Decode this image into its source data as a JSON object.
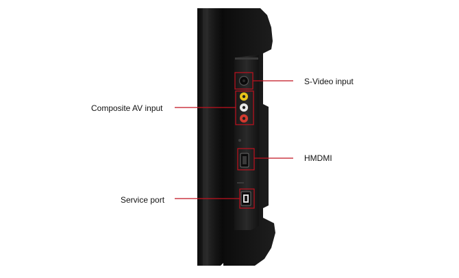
{
  "labels": {
    "svideo": "S-Video input",
    "composite": "Composite AV input",
    "hdmi": "HMDMI",
    "service": "Service port"
  },
  "colors": {
    "callout": "#c1121f",
    "bezel": "#111111",
    "panel": "#1c1c1c",
    "jack_yellow": "#e8c41a",
    "jack_white": "#e9e9e9",
    "jack_red": "#d23a2f"
  }
}
